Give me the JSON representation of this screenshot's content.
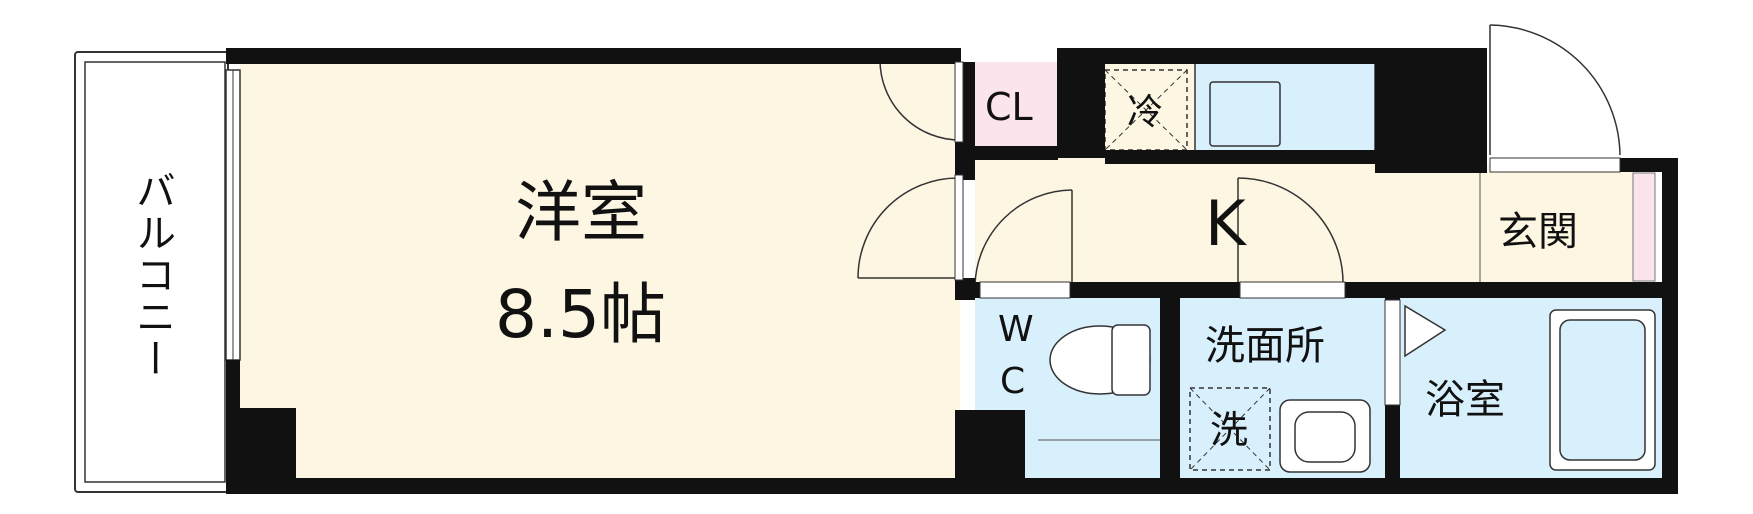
{
  "colors": {
    "wall": "#111111",
    "room_beige": "#FCF6E2",
    "wet_blue": "#D8F0FC",
    "closet_pink": "#FBE4EC",
    "stroke": "#222222"
  },
  "rooms": {
    "balcony": "バルコニー",
    "western_room": "洋室",
    "western_room_size": "8.5帖",
    "closet": "CL",
    "fridge": "冷",
    "kitchen": "K",
    "entrance": "玄関",
    "toilet_top": "W",
    "toilet_bottom": "C",
    "washroom": "洗面所",
    "washer": "洗",
    "bathroom": "浴室"
  }
}
